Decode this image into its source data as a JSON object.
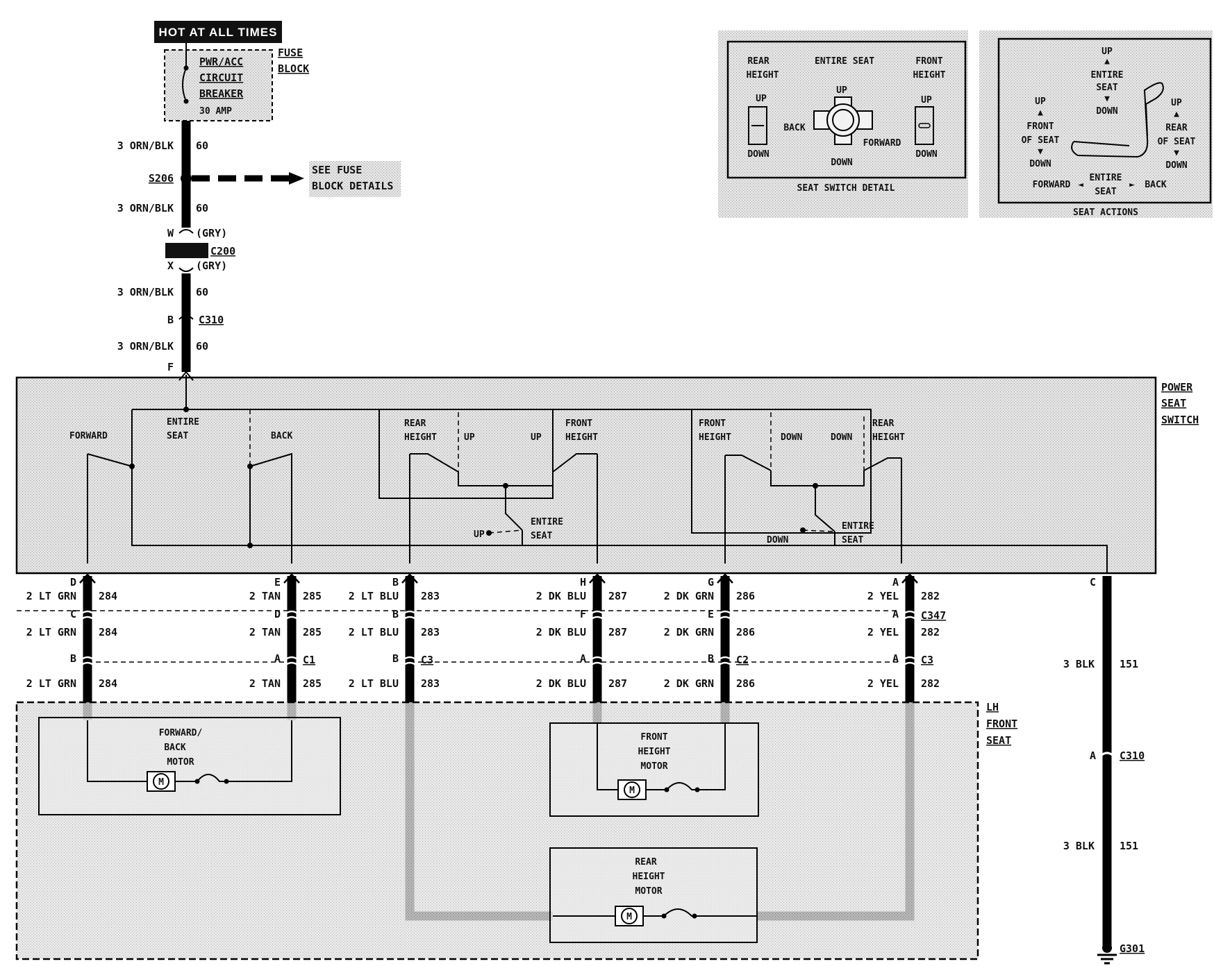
{
  "header": {
    "hot_label": "HOT AT ALL TIMES"
  },
  "fuse": {
    "line1": "PWR/ACC",
    "line2": "CIRCUIT",
    "line3": "BREAKER",
    "rating": "30 AMP",
    "block_label1": "FUSE",
    "block_label2": "BLOCK"
  },
  "feed": {
    "wire1": "3 ORN/BLK",
    "circuit1": "60",
    "splice": "S206",
    "see1": "SEE FUSE",
    "see2": "BLOCK DETAILS",
    "wire2": "3 ORN/BLK",
    "circuit2": "60",
    "pin_w": "W",
    "gry1": "(GRY)",
    "connector_c200": "C200",
    "pin_x": "X",
    "gry2": "(GRY)",
    "wire3": "3 ORN/BLK",
    "circuit3": "60",
    "pin_b": "B",
    "connector_c310": "C310",
    "wire4": "3 ORN/BLK",
    "circuit4": "60",
    "pin_f": "F"
  },
  "switch_detail": {
    "rear1": "REAR",
    "rear2": "HEIGHT",
    "entire": "ENTIRE SEAT",
    "front1": "FRONT",
    "front2": "HEIGHT",
    "up_l": "UP",
    "up_c": "UP",
    "up_r": "UP",
    "back": "BACK",
    "forward": "FORWARD",
    "down_l": "DOWN",
    "down_c": "DOWN",
    "down_r": "DOWN",
    "caption": "SEAT SWITCH DETAIL"
  },
  "seat_actions": {
    "up_top": "UP",
    "entire1": "ENTIRE",
    "seat1": "SEAT",
    "down_mid": "DOWN",
    "up_left": "UP",
    "front_of1": "FRONT",
    "front_of2": "OF SEAT",
    "down_left": "DOWN",
    "up_right": "UP",
    "rear_of1": "REAR",
    "rear_of2": "OF SEAT",
    "down_right": "DOWN",
    "forward": "FORWARD",
    "entire2": "ENTIRE",
    "seat2": "SEAT",
    "back": "BACK",
    "caption": "SEAT ACTIONS"
  },
  "power_seat_switch": {
    "title1": "POWER",
    "title2": "SEAT",
    "title3": "SWITCH",
    "forward": "FORWARD",
    "entire1": "ENTIRE",
    "seat1": "SEAT",
    "back": "BACK",
    "rear_h1": "REAR",
    "rear_h2": "HEIGHT",
    "up_a": "UP",
    "up_b": "UP",
    "front_h1": "FRONT",
    "front_h2": "HEIGHT",
    "entire2": "ENTIRE",
    "seat2": "SEAT",
    "up_c": "UP",
    "front_h3": "FRONT",
    "front_h4": "HEIGHT",
    "down_a": "DOWN",
    "down_b": "DOWN",
    "rear_h3": "REAR",
    "rear_h4": "HEIGHT",
    "down_c": "DOWN",
    "entire3": "ENTIRE",
    "seat3": "SEAT"
  },
  "wires": [
    {
      "pin_top": "D",
      "wire_top": "2 LT GRN",
      "ckt_top": "284",
      "pin_mid": "C",
      "wire_mid": "2 LT GRN",
      "ckt_mid": "284",
      "pin_low": "B",
      "wire_low": "2 LT GRN",
      "ckt_low": "284"
    },
    {
      "pin_top": "E",
      "wire_top": "2 TAN",
      "ckt_top": "285",
      "pin_mid": "D",
      "wire_mid": "2 TAN",
      "ckt_mid": "285",
      "pin_low": "A",
      "conn_low": "C1",
      "wire_low": "2 TAN",
      "ckt_low": "285"
    },
    {
      "pin_top": "B",
      "wire_top": "2 LT BLU",
      "ckt_top": "283",
      "pin_mid": "B",
      "wire_mid": "2 LT BLU",
      "ckt_mid": "283",
      "pin_low": "B",
      "conn_low": "C3",
      "wire_low": "2 LT BLU",
      "ckt_low": "283"
    },
    {
      "pin_top": "H",
      "wire_top": "2 DK BLU",
      "ckt_top": "287",
      "pin_mid": "F",
      "wire_mid": "2 DK BLU",
      "ckt_mid": "287",
      "pin_low": "A",
      "wire_low": "2 DK BLU",
      "ckt_low": "287"
    },
    {
      "pin_top": "G",
      "wire_top": "2 DK GRN",
      "ckt_top": "286",
      "pin_mid": "E",
      "wire_mid": "2 DK GRN",
      "ckt_mid": "286",
      "pin_low": "B",
      "conn_low": "C2",
      "wire_low": "2 DK GRN",
      "ckt_low": "286"
    },
    {
      "pin_top": "A",
      "wire_top": "2 YEL",
      "ckt_top": "282",
      "pin_mid": "A",
      "conn_mid": "C347",
      "wire_mid": "2 YEL",
      "ckt_mid": "282",
      "pin_low": "A",
      "conn_low": "C3",
      "wire_low": "2 YEL",
      "ckt_low": "282"
    }
  ],
  "ground": {
    "pin_top": "C",
    "wire1": "3 BLK",
    "ckt1": "151",
    "pin_a": "A",
    "connector": "C310",
    "wire2": "3 BLK",
    "ckt2": "151",
    "ground_id": "G301"
  },
  "lh_front_seat": {
    "title1": "LH",
    "title2": "FRONT",
    "title3": "SEAT",
    "fb_motor1": "FORWARD/",
    "fb_motor2": "BACK",
    "fb_motor3": "MOTOR",
    "fh_motor1": "FRONT",
    "fh_motor2": "HEIGHT",
    "fh_motor3": "MOTOR",
    "rh_motor1": "REAR",
    "rh_motor2": "HEIGHT",
    "rh_motor3": "MOTOR",
    "motor_symbol": "M"
  }
}
